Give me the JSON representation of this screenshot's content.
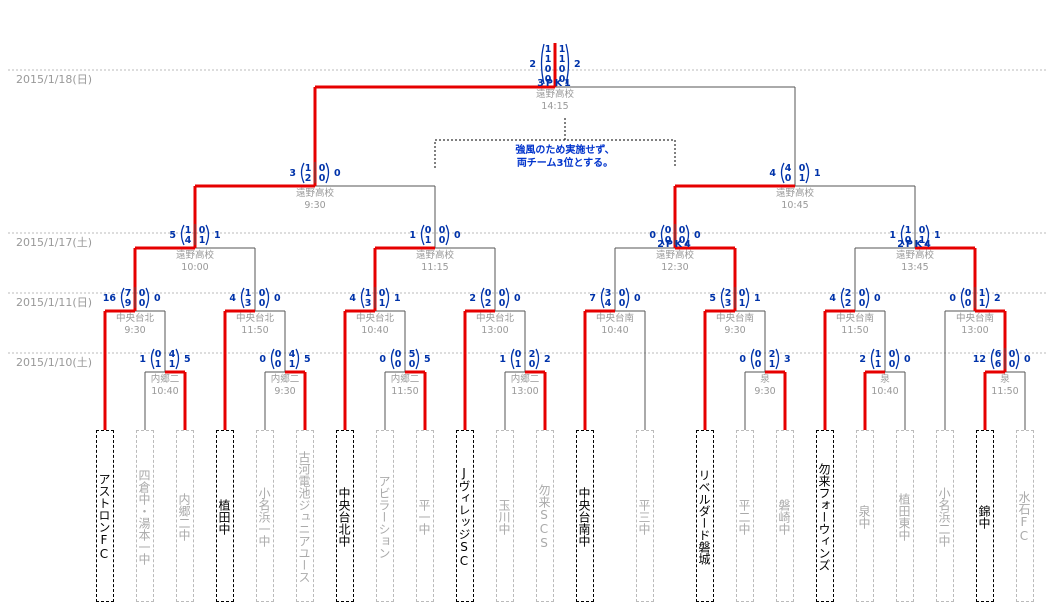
{
  "dates": [
    "2015/1/18(日)",
    "2015/1/17(土)",
    "2015/1/11(日)",
    "2015/1/10(土)"
  ],
  "note": [
    "強風のため実施せず、",
    "両チーム3位とする。"
  ],
  "teams": [
    "アストロンFC",
    "四倉中・湯本一中",
    "内郷二中",
    "植田中",
    "小名浜一中",
    "古河電池ジュニアユース",
    "中央台北中",
    "アビラーション",
    "平一中",
    "JヴィレッジSC",
    "玉川中",
    "勿来SCS",
    "中央台南中",
    "平三中",
    "リベルダード磐城",
    "平二中",
    "磐崎中",
    "勿来フォーウィンズ",
    "泉中",
    "植田東中",
    "小名浜二中",
    "錦中",
    "水石FC"
  ],
  "matches": [
    {
      "venue": "内郷二",
      "time": "10:40",
      "left": "1",
      "right": "5",
      "h1": [
        "0",
        "1"
      ],
      "h2": [
        "4",
        "1"
      ],
      "pk": ""
    },
    {
      "venue": "内郷二",
      "time": "9:30",
      "left": "0",
      "right": "5",
      "h1": [
        "0",
        "0"
      ],
      "h2": [
        "4",
        "1"
      ],
      "pk": ""
    },
    {
      "venue": "内郷二",
      "time": "11:50",
      "left": "0",
      "right": "5",
      "h1": [
        "0",
        "0"
      ],
      "h2": [
        "5",
        "0"
      ],
      "pk": ""
    },
    {
      "venue": "内郷二",
      "time": "13:00",
      "left": "1",
      "right": "2",
      "h1": [
        "0",
        "1"
      ],
      "h2": [
        "2",
        "0"
      ],
      "pk": ""
    },
    {
      "venue": "泉",
      "time": "9:30",
      "left": "0",
      "right": "3",
      "h1": [
        "0",
        "0"
      ],
      "h2": [
        "2",
        "1"
      ],
      "pk": ""
    },
    {
      "venue": "泉",
      "time": "10:40",
      "left": "2",
      "right": "0",
      "h1": [
        "1",
        "1"
      ],
      "h2": [
        "0",
        "0"
      ],
      "pk": ""
    },
    {
      "venue": "泉",
      "time": "11:50",
      "left": "12",
      "right": "0",
      "h1": [
        "6",
        "6"
      ],
      "h2": [
        "0",
        "0"
      ],
      "pk": ""
    },
    {
      "venue": "中央台北",
      "time": "9:30",
      "left": "16",
      "right": "0",
      "h1": [
        "7",
        "9"
      ],
      "h2": [
        "0",
        "0"
      ],
      "pk": ""
    },
    {
      "venue": "中央台北",
      "time": "11:50",
      "left": "4",
      "right": "0",
      "h1": [
        "1",
        "3"
      ],
      "h2": [
        "0",
        "0"
      ],
      "pk": ""
    },
    {
      "venue": "中央台北",
      "time": "10:40",
      "left": "4",
      "right": "1",
      "h1": [
        "1",
        "3"
      ],
      "h2": [
        "0",
        "1"
      ],
      "pk": ""
    },
    {
      "venue": "中央台北",
      "time": "13:00",
      "left": "2",
      "right": "0",
      "h1": [
        "0",
        "2"
      ],
      "h2": [
        "0",
        "0"
      ],
      "pk": ""
    },
    {
      "venue": "中央台南",
      "time": "10:40",
      "left": "7",
      "right": "0",
      "h1": [
        "3",
        "4"
      ],
      "h2": [
        "0",
        "0"
      ],
      "pk": ""
    },
    {
      "venue": "中央台南",
      "time": "9:30",
      "left": "5",
      "right": "1",
      "h1": [
        "2",
        "3"
      ],
      "h2": [
        "0",
        "1"
      ],
      "pk": ""
    },
    {
      "venue": "中央台南",
      "time": "11:50",
      "left": "4",
      "right": "0",
      "h1": [
        "2",
        "2"
      ],
      "h2": [
        "0",
        "0"
      ],
      "pk": ""
    },
    {
      "venue": "中央台南",
      "time": "13:00",
      "left": "0",
      "right": "2",
      "h1": [
        "0",
        "0"
      ],
      "h2": [
        "1",
        "1"
      ],
      "pk": ""
    },
    {
      "venue": "遠野高校",
      "time": "10:00",
      "left": "5",
      "right": "1",
      "h1": [
        "1",
        "4"
      ],
      "h2": [
        "0",
        "1"
      ],
      "pk": ""
    },
    {
      "venue": "遠野高校",
      "time": "11:15",
      "left": "1",
      "right": "0",
      "h1": [
        "0",
        "1"
      ],
      "h2": [
        "0",
        "0"
      ],
      "pk": ""
    },
    {
      "venue": "遠野高校",
      "time": "12:30",
      "left": "0",
      "right": "0",
      "h1": [
        "0",
        "0"
      ],
      "h2": [
        "0",
        "0"
      ],
      "pk": "2PK4"
    },
    {
      "venue": "遠野高校",
      "time": "13:45",
      "left": "1",
      "right": "1",
      "h1": [
        "1",
        "0"
      ],
      "h2": [
        "0",
        "1"
      ],
      "pk": "2PK4"
    },
    {
      "venue": "遠野高校",
      "time": "9:30",
      "left": "3",
      "right": "0",
      "h1": [
        "1",
        "2"
      ],
      "h2": [
        "0",
        "0"
      ],
      "pk": ""
    },
    {
      "venue": "遠野高校",
      "time": "10:45",
      "left": "4",
      "right": "1",
      "h1": [
        "4",
        "0"
      ],
      "h2": [
        "0",
        "1"
      ],
      "pk": ""
    },
    {
      "venue": "遠野高校",
      "time": "14:15",
      "left": "2",
      "right": "2",
      "h1": [
        "1",
        "1",
        "0",
        "0"
      ],
      "h2": [
        "1",
        "1",
        "0",
        "0"
      ],
      "pk": "3PK1"
    }
  ]
}
